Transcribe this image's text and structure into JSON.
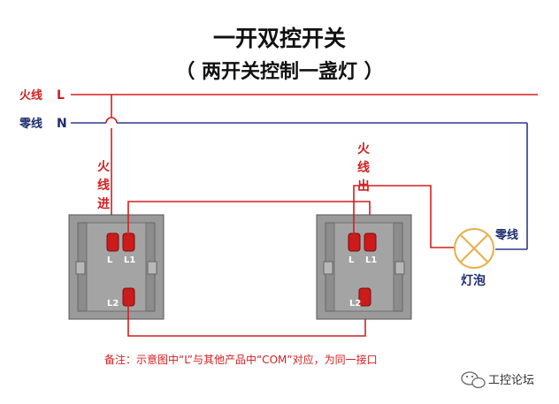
{
  "title": {
    "line1": "一开双控开关",
    "line2": "（ 两开关控制一盏灯 ）"
  },
  "lines": {
    "live_label": "火线",
    "live_letter": "L",
    "neutral_label": "零线",
    "neutral_letter": "N"
  },
  "switch_left": {
    "label_chars": [
      "火",
      "线",
      "进"
    ],
    "terminals": [
      "L",
      "L1",
      "L2"
    ]
  },
  "switch_right": {
    "label_chars": [
      "火",
      "线",
      "出"
    ],
    "terminals": [
      "L",
      "L1",
      "L2"
    ]
  },
  "lamp": {
    "label": "灯泡",
    "neutral_label": "零线"
  },
  "note": "备注：示意图中“L”与其他产品中“COM”对应，为同一接口",
  "watermark": {
    "text": "工控论坛",
    "icon": "wechat-icon"
  },
  "colors": {
    "wire_red": "#d21f1f",
    "wire_blue": "#2b3a8c",
    "lamp_ring": "#e8b04a"
  }
}
